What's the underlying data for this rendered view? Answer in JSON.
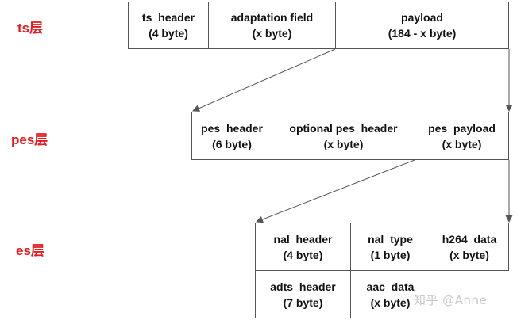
{
  "labels": {
    "ts": "ts层",
    "pes": "pes层",
    "es": "es层"
  },
  "ts_row": [
    {
      "name": "ts  header",
      "size": "(4 byte)"
    },
    {
      "name": "adaptation field",
      "size": "(x byte)"
    },
    {
      "name": "payload",
      "size": "(184 - x byte)"
    }
  ],
  "pes_row": [
    {
      "name": "pes  header",
      "size": "(6 byte)"
    },
    {
      "name": "optional pes  header",
      "size": "(x byte)"
    },
    {
      "name": "pes  payload",
      "size": "(x byte)"
    }
  ],
  "es_row1": [
    {
      "name": "nal  header",
      "size": "(4 byte)"
    },
    {
      "name": "nal  type",
      "size": "(1 byte)"
    },
    {
      "name": "h264  data",
      "size": "(x byte)"
    }
  ],
  "es_row2": [
    {
      "name": "adts  header",
      "size": "(7 byte)"
    },
    {
      "name": "aac  data",
      "size": "(x byte)"
    }
  ],
  "watermark": "知乎 @Anne",
  "colors": {
    "label": "#e31b23",
    "border": "#555555",
    "arrow": "#555555"
  }
}
